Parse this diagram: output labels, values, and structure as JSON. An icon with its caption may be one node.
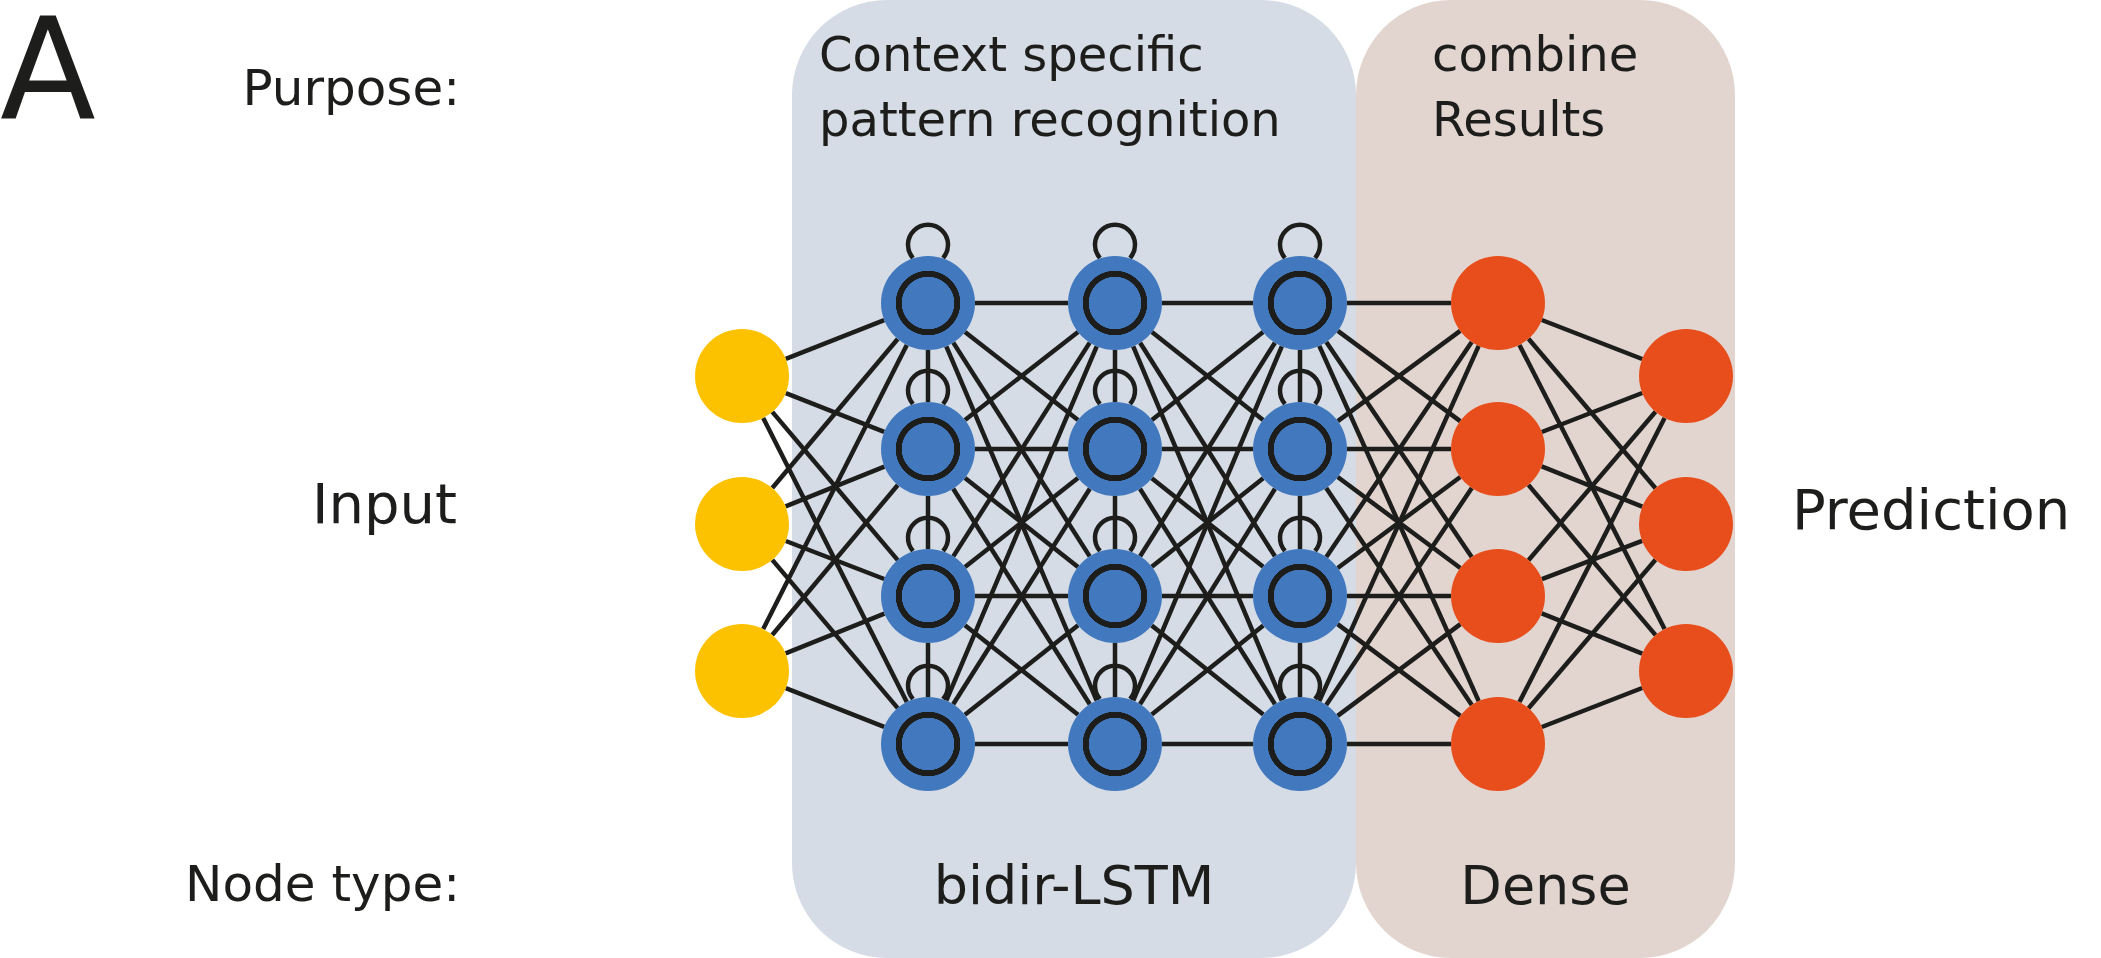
{
  "diagram": {
    "nodes": [
      {
        "text": [
          "Context specific pattern recognition",
          "bidir-LSTM"
        ]
      },
      {
        "text": [
          "combine Results",
          "Dense"
        ]
      },
      {
        "text": [],
        "shape": "circle"
      },
      {
        "text": [],
        "shape": "circle"
      },
      {
        "text": [],
        "shape": "circle"
      },
      {
        "text": [],
        "shape": "circle",
        "in": 0
      },
      {
        "text": [],
        "shape": "circle",
        "in": 0
      },
      {
        "text": [],
        "shape": "circle",
        "in": 0
      },
      {
        "text": [],
        "shape": "circle",
        "in": 0
      },
      {
        "text": [],
        "shape": "circle",
        "in": 0
      },
      {
        "text": [],
        "shape": "circle",
        "in": 0
      },
      {
        "text": [],
        "shape": "circle",
        "in": 0
      },
      {
        "text": [],
        "shape": "circle",
        "in": 0
      },
      {
        "text": [],
        "shape": "circle",
        "in": 0
      },
      {
        "text": [],
        "shape": "circle",
        "in": 0
      },
      {
        "text": [],
        "shape": "circle",
        "in": 0
      },
      {
        "text": [],
        "shape": "circle",
        "in": 0
      },
      {
        "text": [],
        "shape": "circle",
        "in": 1
      },
      {
        "text": [],
        "shape": "circle",
        "in": 1
      },
      {
        "text": [],
        "shape": "circle",
        "in": 1
      },
      {
        "text": [],
        "shape": "circle",
        "in": 1
      },
      {
        "text": [],
        "shape": "circle",
        "in": 1
      },
      {
        "text": [],
        "shape": "circle",
        "in": 1
      },
      {
        "text": [],
        "shape": "circle",
        "in": 1
      }
    ],
    "edges": [
      {
        "from": 2,
        "to": 5,
        "arrow": "none"
      },
      {
        "from": 2,
        "to": 6,
        "arrow": "none"
      },
      {
        "from": 2,
        "to": 7,
        "arrow": "none"
      },
      {
        "from": 2,
        "to": 8,
        "arrow": "none"
      },
      {
        "from": 3,
        "to": 5,
        "arrow": "none"
      },
      {
        "from": 3,
        "to": 6,
        "arrow": "none"
      },
      {
        "from": 3,
        "to": 7,
        "arrow": "none"
      },
      {
        "from": 3,
        "to": 8,
        "arrow": "none"
      },
      {
        "from": 4,
        "to": 5,
        "arrow": "none"
      },
      {
        "from": 4,
        "to": 6,
        "arrow": "none"
      },
      {
        "from": 4,
        "to": 7,
        "arrow": "none"
      },
      {
        "from": 4,
        "to": 8,
        "arrow": "none"
      },
      {
        "from": 5,
        "to": 9,
        "arrow": "none"
      },
      {
        "from": 5,
        "to": 10,
        "arrow": "none"
      },
      {
        "from": 5,
        "to": 11,
        "arrow": "none"
      },
      {
        "from": 5,
        "to": 12,
        "arrow": "none"
      },
      {
        "from": 6,
        "to": 9,
        "arrow": "none"
      },
      {
        "from": 6,
        "to": 10,
        "arrow": "none"
      },
      {
        "from": 6,
        "to": 11,
        "arrow": "none"
      },
      {
        "from": 6,
        "to": 12,
        "arrow": "none"
      },
      {
        "from": 7,
        "to": 9,
        "arrow": "none"
      },
      {
        "from": 7,
        "to": 10,
        "arrow": "none"
      },
      {
        "from": 7,
        "to": 11,
        "arrow": "none"
      },
      {
        "from": 7,
        "to": 12,
        "arrow": "none"
      },
      {
        "from": 8,
        "to": 9,
        "arrow": "none"
      },
      {
        "from": 8,
        "to": 10,
        "arrow": "none"
      },
      {
        "from": 8,
        "to": 11,
        "arrow": "none"
      },
      {
        "from": 8,
        "to": 12,
        "arrow": "none"
      },
      {
        "from": 9,
        "to": 13,
        "arrow": "none"
      },
      {
        "from": 9,
        "to": 14,
        "arrow": "none"
      },
      {
        "from": 9,
        "to": 15,
        "arrow": "none"
      },
      {
        "from": 9,
        "to": 16,
        "arrow": "none"
      },
      {
        "from": 10,
        "to": 13,
        "arrow": "none"
      },
      {
        "from": 10,
        "to": 14,
        "arrow": "none"
      },
      {
        "from": 10,
        "to": 15,
        "arrow": "none"
      },
      {
        "from": 10,
        "to": 16,
        "arrow": "none"
      },
      {
        "from": 11,
        "to": 13,
        "arrow": "none"
      },
      {
        "from": 11,
        "to": 14,
        "arrow": "none"
      },
      {
        "from": 11,
        "to": 15,
        "arrow": "none"
      },
      {
        "from": 11,
        "to": 16,
        "arrow": "none"
      },
      {
        "from": 12,
        "to": 13,
        "arrow": "none"
      },
      {
        "from": 12,
        "to": 14,
        "arrow": "none"
      },
      {
        "from": 12,
        "to": 15,
        "arrow": "none"
      },
      {
        "from": 12,
        "to": 16,
        "arrow": "none"
      },
      {
        "from": 13,
        "to": 17,
        "arrow": "none"
      },
      {
        "from": 13,
        "to": 18,
        "arrow": "none"
      },
      {
        "from": 13,
        "to": 19,
        "arrow": "none"
      },
      {
        "from": 13,
        "to": 20,
        "arrow": "none"
      },
      {
        "from": 14,
        "to": 17,
        "arrow": "none"
      },
      {
        "from": 14,
        "to": 18,
        "arrow": "none"
      },
      {
        "from": 14,
        "to": 19,
        "arrow": "none"
      },
      {
        "from": 14,
        "to": 20,
        "arrow": "none"
      },
      {
        "from": 15,
        "to": 17,
        "arrow": "none"
      },
      {
        "from": 15,
        "to": 18,
        "arrow": "none"
      },
      {
        "from": 15,
        "to": 19,
        "arrow": "none"
      },
      {
        "from": 15,
        "to": 20,
        "arrow": "none"
      },
      {
        "from": 16,
        "to": 17,
        "arrow": "none"
      },
      {
        "from": 16,
        "to": 18,
        "arrow": "none"
      },
      {
        "from": 16,
        "to": 19,
        "arrow": "none"
      },
      {
        "from": 16,
        "to": 20,
        "arrow": "none"
      },
      {
        "from": 17,
        "to": 21,
        "arrow": "none"
      },
      {
        "from": 17,
        "to": 22,
        "arrow": "none"
      },
      {
        "from": 17,
        "to": 23,
        "arrow": "none"
      },
      {
        "from": 18,
        "to": 21,
        "arrow": "none"
      },
      {
        "from": 18,
        "to": 22,
        "arrow": "none"
      },
      {
        "from": 18,
        "to": 23,
        "arrow": "none"
      },
      {
        "from": 19,
        "to": 21,
        "arrow": "none"
      },
      {
        "from": 19,
        "to": 22,
        "arrow": "none"
      },
      {
        "from": 19,
        "to": 23,
        "arrow": "none"
      },
      {
        "from": 20,
        "to": 21,
        "arrow": "none"
      },
      {
        "from": 20,
        "to": 22,
        "arrow": "none"
      },
      {
        "from": 20,
        "to": 23,
        "arrow": "none"
      },
      {
        "from": 5,
        "to": 6,
        "arrow": "none"
      },
      {
        "from": 6,
        "to": 7,
        "arrow": "none"
      },
      {
        "from": 7,
        "to": 8,
        "arrow": "none"
      },
      {
        "from": 9,
        "to": 10,
        "arrow": "none"
      },
      {
        "from": 10,
        "to": 11,
        "arrow": "none"
      },
      {
        "from": 11,
        "to": 12,
        "arrow": "none"
      },
      {
        "from": 13,
        "to": 14,
        "arrow": "none"
      },
      {
        "from": 14,
        "to": 15,
        "arrow": "none"
      },
      {
        "from": 15,
        "to": 16,
        "arrow": "none"
      },
      {
        "from": 5,
        "to": 5,
        "arrow": "none"
      },
      {
        "from": 6,
        "to": 6,
        "arrow": "none"
      },
      {
        "from": 7,
        "to": 7,
        "arrow": "none"
      },
      {
        "from": 8,
        "to": 8,
        "arrow": "none"
      },
      {
        "from": 9,
        "to": 9,
        "arrow": "none"
      },
      {
        "from": 10,
        "to": 10,
        "arrow": "none"
      },
      {
        "from": 11,
        "to": 11,
        "arrow": "none"
      },
      {
        "from": 12,
        "to": 12,
        "arrow": "none"
      },
      {
        "from": 13,
        "to": 13,
        "arrow": "none"
      },
      {
        "from": 14,
        "to": 14,
        "arrow": "none"
      },
      {
        "from": 15,
        "to": 15,
        "arrow": "none"
      },
      {
        "from": 16,
        "to": 16,
        "arrow": "none"
      }
    ],
    "labels": [
      "A",
      "Purpose:",
      "Input",
      "Prediction",
      "Node type:"
    ]
  }
}
